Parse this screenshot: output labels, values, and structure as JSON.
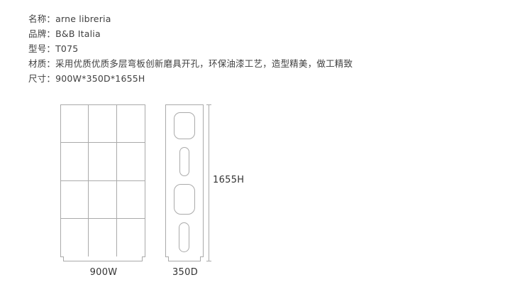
{
  "specs": [
    "名称：arne libreria",
    "品牌：B&B Italia",
    "型号：T075",
    "材质：采用优质优质多层弯板创新磨具开孔，环保油漆工艺，造型精美，做工精致",
    "尺寸：900W*350D*1655H"
  ],
  "drawing": {
    "width_label": "900W",
    "depth_label": "350D",
    "height_label": "1655H",
    "line_color": "#aaaaaa"
  }
}
